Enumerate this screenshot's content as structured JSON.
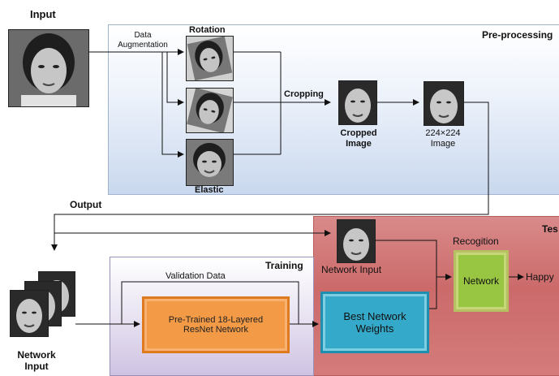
{
  "labels": {
    "input": "Input",
    "data_augmentation": "Data\nAugmentation",
    "rotation": "Rotation",
    "elastic": "Elastic",
    "preprocessing": "Pre-processing",
    "cropping": "Cropping",
    "cropped_image": "Cropped\nImage",
    "image_224": "224×224\nImage",
    "output": "Output",
    "test_partial": "Tes",
    "network_input_test": "Network Input",
    "recognition": "Recogition",
    "network": "Network",
    "happy_partial": "Happy",
    "training": "Training",
    "validation_data": "Validation Data",
    "resnet": "Pre-Trained 18-Layered\nResNet Network",
    "best_weights": "Best Network\nWeights",
    "network_input_bottom": "Network\nInput"
  },
  "colors": {
    "preprocessing_panel": "#c9d8ee",
    "test_panel": "#cc6a6a",
    "training_panel": "#cfc3e3",
    "resnet_box": "#f39a47",
    "weights_box": "#35a9c9",
    "network_box": "#98c542"
  }
}
